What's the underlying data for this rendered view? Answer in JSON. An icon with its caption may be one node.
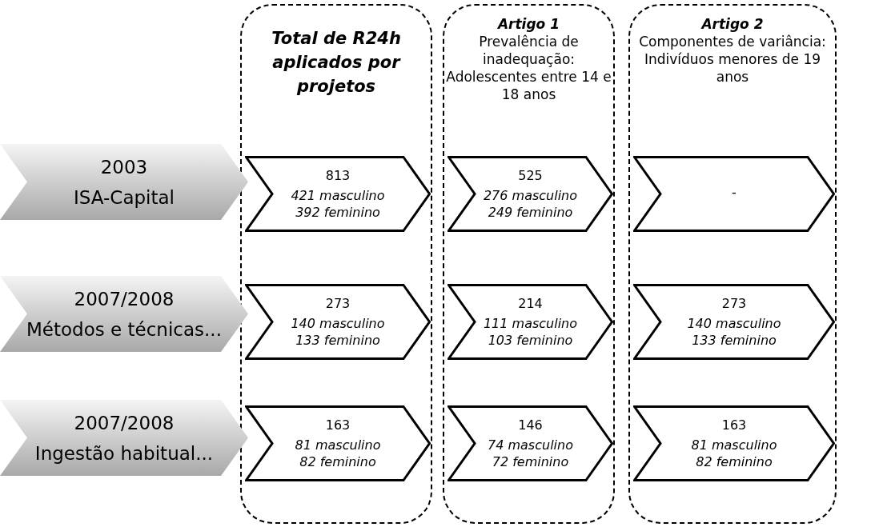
{
  "diagram": {
    "nodes": [
      {
        "text": [
          "Total de R24h aplicados por projetos"
        ]
      },
      {
        "text": [
          "Artigo 1",
          "Prevalência de inadequação: Adolescentes entre 14 e 18 anos"
        ]
      },
      {
        "text": [
          "Artigo 2",
          "Componentes de variância: Indivíduos menores de 19 anos"
        ]
      },
      {
        "text": [
          "2003",
          "ISA-Capital"
        ]
      },
      {
        "text": [
          "813",
          "421 masculino",
          "392 feminino"
        ],
        "in": 0
      },
      {
        "text": [
          "525",
          "276 masculino",
          "249 feminino"
        ],
        "in": 1
      },
      {
        "text": [
          "-"
        ],
        "in": 2
      },
      {
        "text": [
          "2007/2008",
          "Métodos e técnicas..."
        ]
      },
      {
        "text": [
          "273",
          "140 masculino",
          "133 feminino"
        ],
        "in": 0
      },
      {
        "text": [
          "214",
          "111 masculino",
          "103 feminino"
        ],
        "in": 1
      },
      {
        "text": [
          "273",
          "140 masculino",
          "133 feminino"
        ],
        "in": 2
      },
      {
        "text": [
          "2007/2008",
          "Ingestão habitual..."
        ]
      },
      {
        "text": [
          "163",
          "81 masculino",
          "82 feminino"
        ],
        "in": 0
      },
      {
        "text": [
          "146",
          "74 masculino",
          "72 feminino"
        ],
        "in": 1
      },
      {
        "text": [
          "163",
          "81 masculino",
          "82 feminino"
        ],
        "in": 2
      }
    ]
  }
}
